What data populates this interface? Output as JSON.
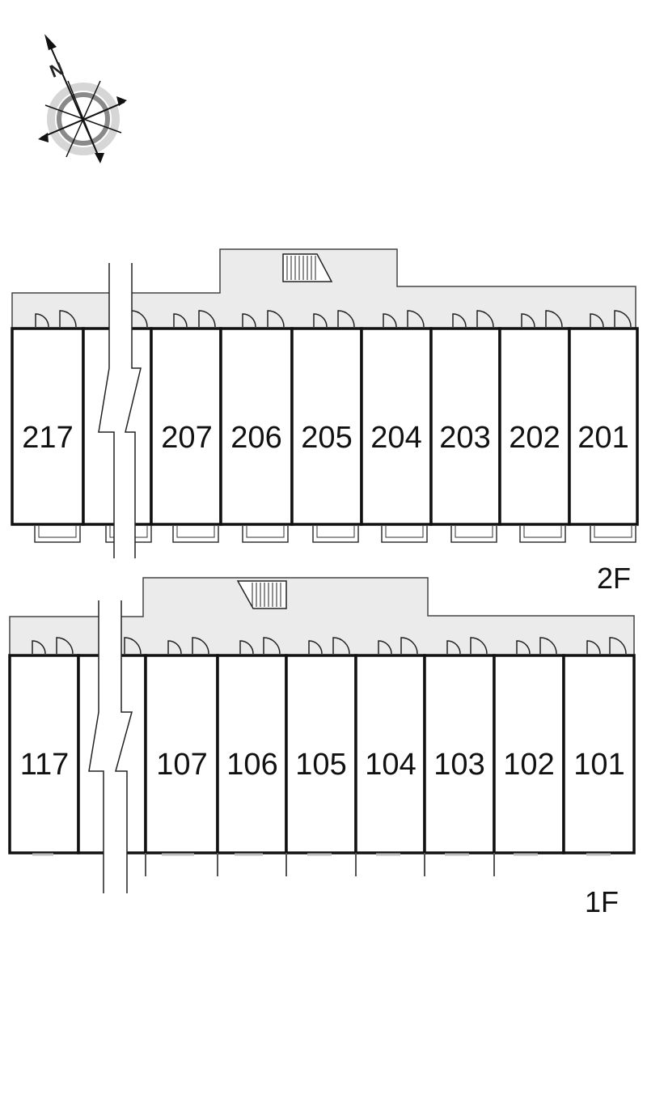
{
  "compass": {
    "north_label": "N",
    "icon": "compass-rose-icon"
  },
  "floors": [
    {
      "id": "2f",
      "label": "2F",
      "rooms": [
        "217",
        "",
        "207",
        "206",
        "205",
        "204",
        "203",
        "202",
        "201"
      ]
    },
    {
      "id": "1f",
      "label": "1F",
      "rooms": [
        "117",
        "",
        "107",
        "106",
        "105",
        "104",
        "103",
        "102",
        "101"
      ]
    }
  ],
  "colors": {
    "corridor": "#ebebeb",
    "wall": "#111111",
    "line": "#333333",
    "background": "#ffffff"
  }
}
